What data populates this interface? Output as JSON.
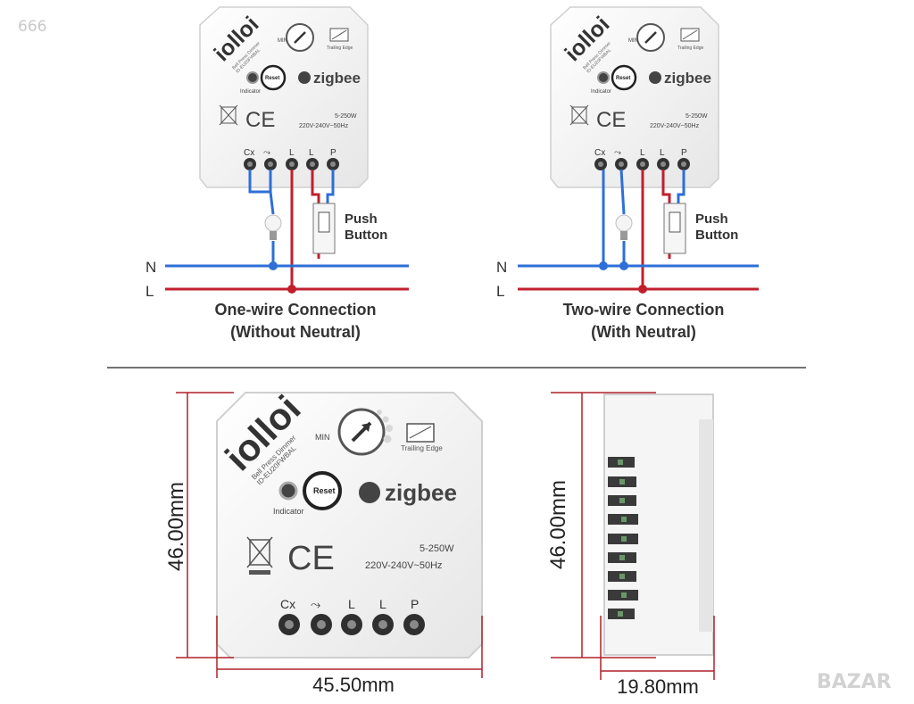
{
  "watermark_top": "666",
  "watermark_bottom": "BAZAR",
  "device": {
    "brand": "iolloi",
    "model_line1": "Bell Press Dimmer",
    "model_line2": "ID-EU20FWBAL",
    "dial_label": "MIN",
    "trailing_edge": "Trailing Edge",
    "reset": "Reset",
    "indicator": "Indicator",
    "zigbee": "zigbee",
    "ce": "CE",
    "power": "5-250W",
    "voltage": "220V-240V~50Hz",
    "terminals": [
      "Cx",
      "⤳",
      "L",
      "L",
      "P"
    ]
  },
  "one_wire": {
    "title": "One-wire Connection",
    "subtitle": "(Without Neutral)",
    "push_button": [
      "Push",
      "Button"
    ]
  },
  "two_wire": {
    "title": "Two-wire Connection",
    "subtitle": "(With Neutral)",
    "push_button": [
      "Push",
      "Button"
    ]
  },
  "line_labels": {
    "neutral": "N",
    "live": "L"
  },
  "dimensions": {
    "height_front": "46.00mm",
    "width_front": "45.50mm",
    "height_side": "46.00mm",
    "depth_side": "19.80mm"
  },
  "colors": {
    "neutral_wire": "#2e6fd8",
    "live_wire": "#c0202c",
    "dimension_line": "#b0202a"
  }
}
